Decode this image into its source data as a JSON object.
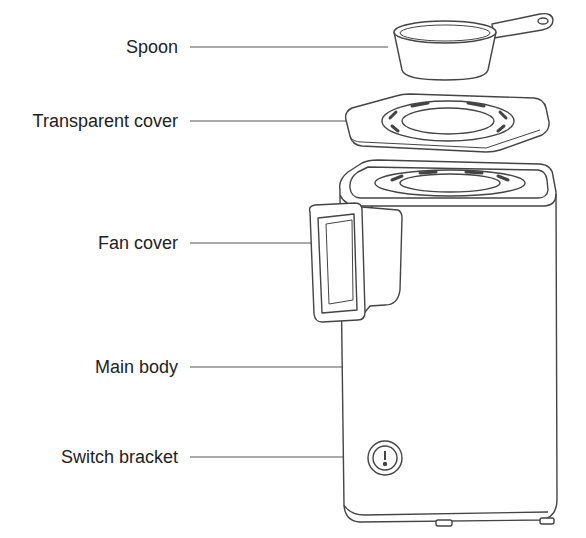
{
  "diagram": {
    "labels": [
      "Spoon",
      "Transparent cover",
      "Fan cover",
      "Main body",
      "Switch bracket"
    ]
  }
}
